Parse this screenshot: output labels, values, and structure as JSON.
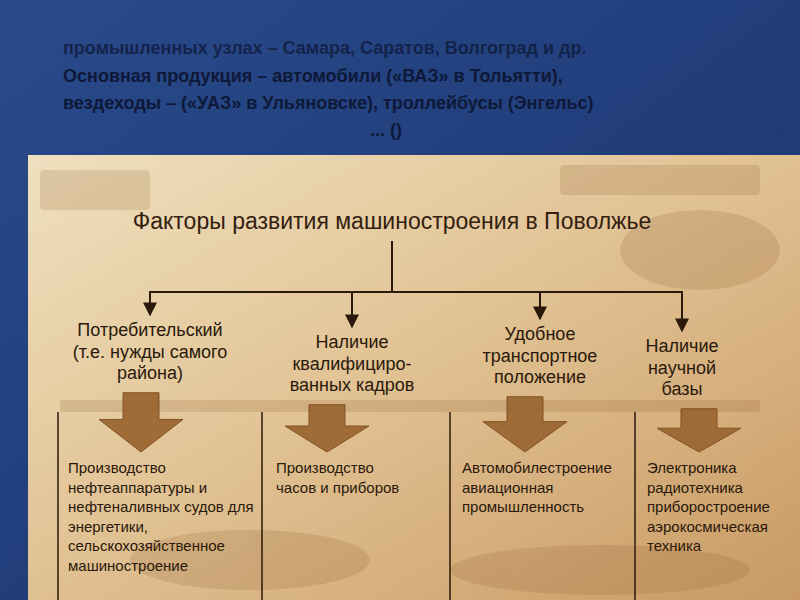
{
  "diagram": {
    "nodes": [
      {
        "text": [
          "Факторы развития машиностроения в Поволжье"
        ]
      },
      {
        "text": [
          "Потребительский (т.е. нужды самого района)"
        ]
      },
      {
        "text": [
          "Наличие квалифициро- ванных кадров"
        ]
      },
      {
        "text": [
          "Удобное транспортное положение"
        ]
      },
      {
        "text": [
          "Наличие научной базы"
        ]
      },
      {
        "text": [
          "Производство нефтеаппаратуры и нефтеналивных судов для энергетики, сельскохозяйственное машиностроение"
        ]
      },
      {
        "text": [
          "Производство часов и приборов"
        ]
      },
      {
        "text": [
          "Автомобилестроение авиационная промышленность"
        ]
      },
      {
        "text": [
          "Электроника радиотехника приборостроение аэрокосмическая техника"
        ]
      }
    ],
    "edges": [
      {
        "from": 0,
        "to": 1,
        "arrow": "to"
      },
      {
        "from": 0,
        "to": 2,
        "arrow": "to"
      },
      {
        "from": 0,
        "to": 3,
        "arrow": "to"
      },
      {
        "from": 0,
        "to": 4,
        "arrow": "to"
      },
      {
        "from": 1,
        "to": 5,
        "arrow": "to"
      },
      {
        "from": 2,
        "to": 6,
        "arrow": "to"
      },
      {
        "from": 3,
        "to": 7,
        "arrow": "to"
      },
      {
        "from": 4,
        "to": 8,
        "arrow": "to"
      }
    ],
    "labels": [
      "промышленных узлах – Самара, Саратов, Волгоград и др.",
      "Основная продукция – автомобили («ВАЗ» в Тольятти),",
      "вездеходы – («УАЗ» в Ульяновске), троллейбусы (Энгельс)",
      "... ()"
    ]
  }
}
